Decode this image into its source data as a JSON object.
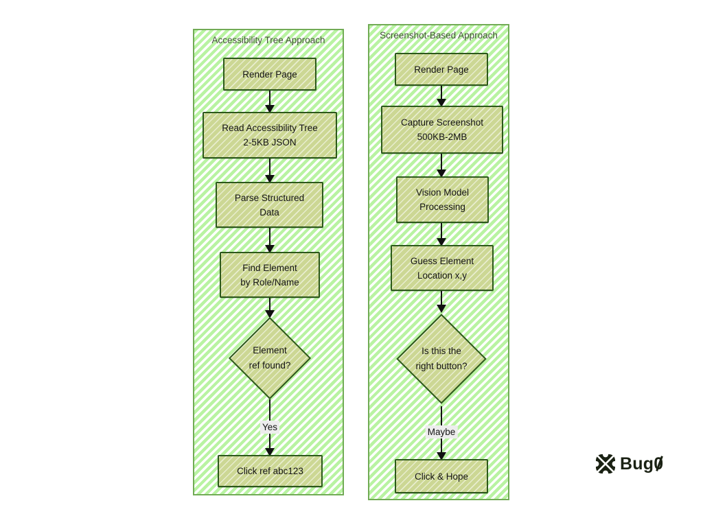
{
  "colors": {
    "panel_fill": "#b9f3a2",
    "panel_border": "#71ab55",
    "node_fill": "#ccd794",
    "node_border": "#2c581b",
    "title_text": "#46523c",
    "node_text": "#141414",
    "arrow_color": "#111111",
    "label_bg": "#ededed",
    "logo_color": "#1a2113",
    "page_bg": "#ffffff"
  },
  "left_flow": {
    "title": "Accessibility Tree Approach",
    "nodes": [
      {
        "type": "box",
        "lines": [
          "Render Page"
        ]
      },
      {
        "type": "box",
        "lines": [
          "Read Accessibility Tree",
          "2-5KB JSON"
        ]
      },
      {
        "type": "box",
        "lines": [
          "Parse Structured",
          "Data"
        ]
      },
      {
        "type": "box",
        "lines": [
          "Find Element",
          "by Role/Name"
        ]
      },
      {
        "type": "diamond",
        "lines": [
          "Element",
          "ref found?"
        ]
      },
      {
        "type": "box",
        "lines": [
          "Click ref abc123"
        ]
      }
    ],
    "edge_label": "Yes"
  },
  "right_flow": {
    "title": "Screenshot-Based Approach",
    "nodes": [
      {
        "type": "box",
        "lines": [
          "Render Page"
        ]
      },
      {
        "type": "box",
        "lines": [
          "Capture Screenshot",
          "500KB-2MB"
        ]
      },
      {
        "type": "box",
        "lines": [
          "Vision Model",
          "Processing"
        ]
      },
      {
        "type": "box",
        "lines": [
          "Guess Element",
          "Location x,y"
        ]
      },
      {
        "type": "diamond",
        "lines": [
          "Is this the",
          "right button?"
        ]
      },
      {
        "type": "box",
        "lines": [
          "Click & Hope"
        ]
      }
    ],
    "edge_label": "Maybe"
  },
  "logo": {
    "icon": "bug0-pinwheel-icon",
    "text_prefix": "Bug",
    "zero_char": "0"
  }
}
